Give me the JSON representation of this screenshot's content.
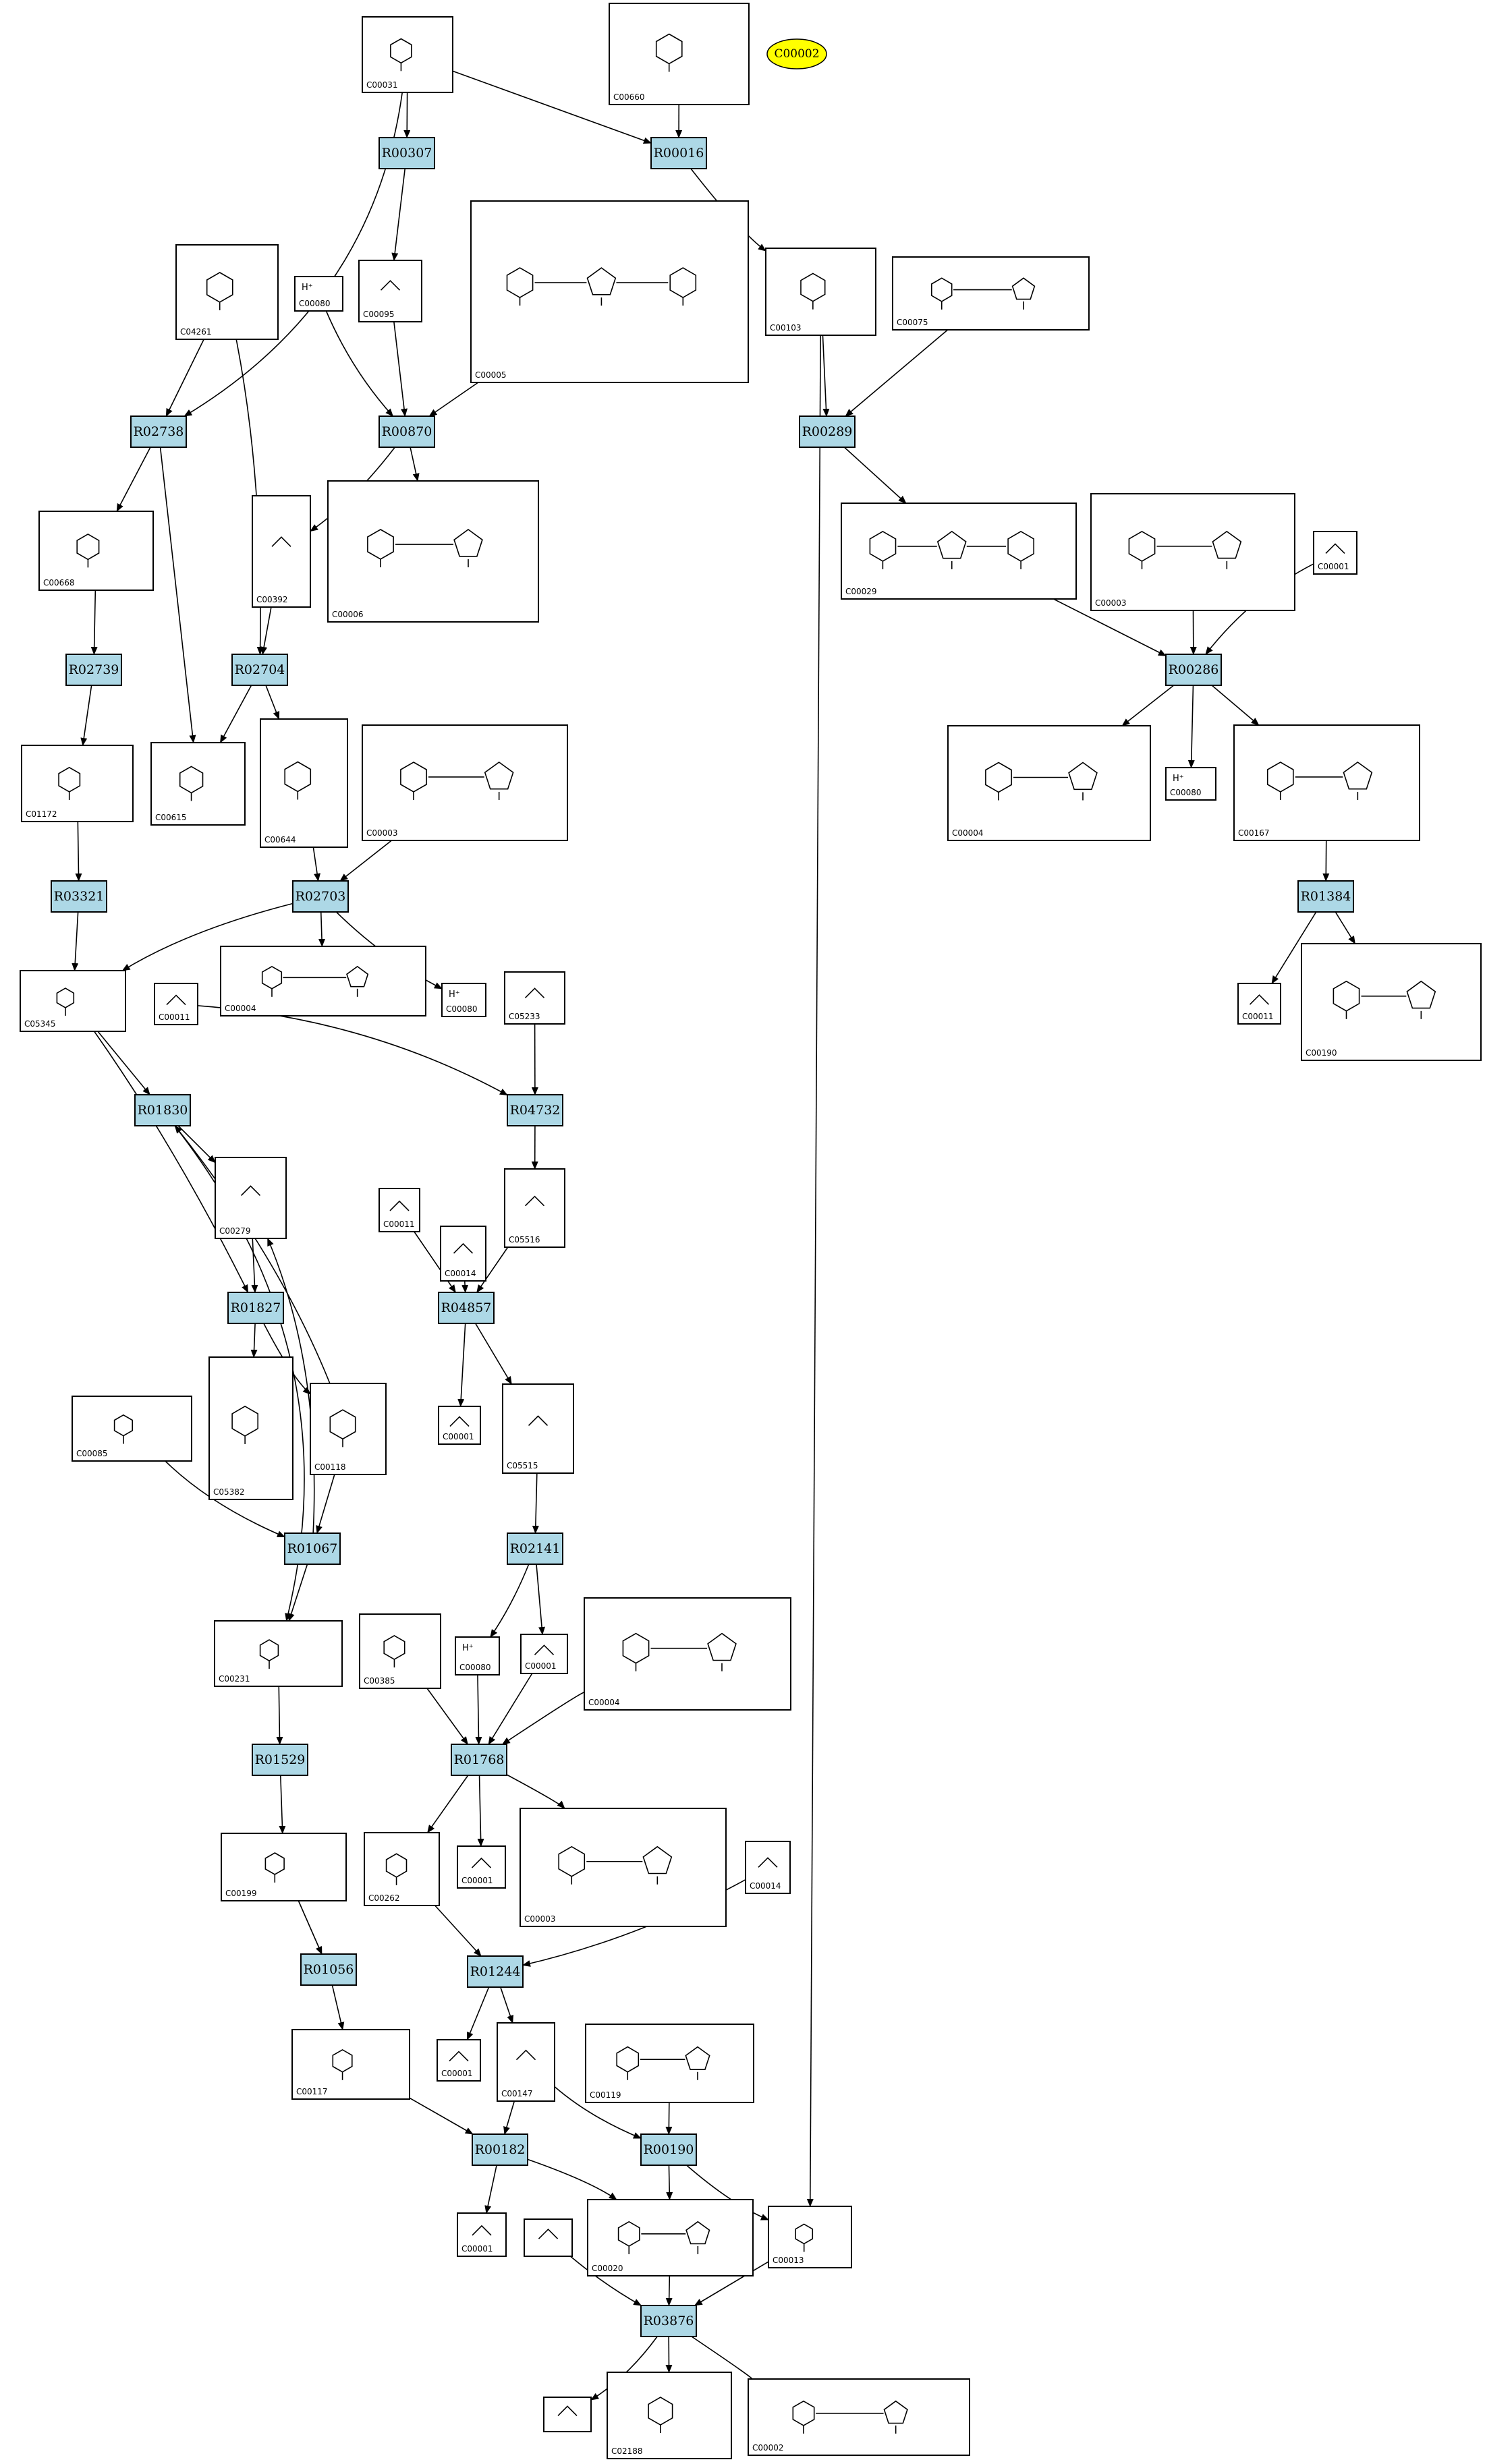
{
  "colors": {
    "reaction_fill": "#add8e6",
    "legend_fill": "#ffff00",
    "compound_fill": "#ffffff",
    "line": "#000000"
  },
  "legend": {
    "label": "C00002"
  },
  "reactions": [
    {
      "id": "R00307"
    },
    {
      "id": "R00016"
    },
    {
      "id": "R02738"
    },
    {
      "id": "R00870"
    },
    {
      "id": "R00289"
    },
    {
      "id": "R00286"
    },
    {
      "id": "R02739"
    },
    {
      "id": "R02704"
    },
    {
      "id": "R03321"
    },
    {
      "id": "R02703"
    },
    {
      "id": "R01384"
    },
    {
      "id": "R04732"
    },
    {
      "id": "R01830"
    },
    {
      "id": "R01827"
    },
    {
      "id": "R04857"
    },
    {
      "id": "R01067"
    },
    {
      "id": "R02141"
    },
    {
      "id": "R01529"
    },
    {
      "id": "R01768"
    },
    {
      "id": "R01056"
    },
    {
      "id": "R01244"
    },
    {
      "id": "R00182"
    },
    {
      "id": "R00190"
    },
    {
      "id": "R03876"
    }
  ],
  "compounds": [
    {
      "id": "C00031",
      "symbol": ""
    },
    {
      "id": "C00660",
      "symbol": ""
    },
    {
      "id": "C04261",
      "symbol": ""
    },
    {
      "id": "C00080",
      "symbol": "H⁺"
    },
    {
      "id": "C00095",
      "symbol": ""
    },
    {
      "id": "C00005",
      "symbol": ""
    },
    {
      "id": "C00103",
      "symbol": ""
    },
    {
      "id": "C00075",
      "symbol": ""
    },
    {
      "id": "C00668",
      "symbol": ""
    },
    {
      "id": "C00392",
      "symbol": ""
    },
    {
      "id": "C00006",
      "symbol": ""
    },
    {
      "id": "C00029",
      "symbol": ""
    },
    {
      "id": "C00003",
      "symbol": ""
    },
    {
      "id": "C00001",
      "symbol": ""
    },
    {
      "id": "C01172",
      "symbol": ""
    },
    {
      "id": "C00615",
      "symbol": ""
    },
    {
      "id": "C00644",
      "symbol": ""
    },
    {
      "id": "C00003",
      "symbol": ""
    },
    {
      "id": "C00004",
      "symbol": ""
    },
    {
      "id": "C00080",
      "symbol": "H⁺"
    },
    {
      "id": "C00167",
      "symbol": ""
    },
    {
      "id": "C05345",
      "symbol": ""
    },
    {
      "id": "C00011",
      "symbol": ""
    },
    {
      "id": "C00004",
      "symbol": ""
    },
    {
      "id": "C00080",
      "symbol": "H⁺"
    },
    {
      "id": "C05233",
      "symbol": ""
    },
    {
      "id": "C00011",
      "symbol": ""
    },
    {
      "id": "C00190",
      "symbol": ""
    },
    {
      "id": "C00279",
      "symbol": ""
    },
    {
      "id": "C00011",
      "symbol": ""
    },
    {
      "id": "C00014",
      "symbol": ""
    },
    {
      "id": "C05516",
      "symbol": ""
    },
    {
      "id": "C05382",
      "symbol": ""
    },
    {
      "id": "C00118",
      "symbol": ""
    },
    {
      "id": "C00085",
      "symbol": ""
    },
    {
      "id": "C00001",
      "symbol": ""
    },
    {
      "id": "C05515",
      "symbol": ""
    },
    {
      "id": "C00231",
      "symbol": ""
    },
    {
      "id": "C00385",
      "symbol": ""
    },
    {
      "id": "C00080",
      "symbol": "H⁺"
    },
    {
      "id": "C00001",
      "symbol": ""
    },
    {
      "id": "C00004",
      "symbol": ""
    },
    {
      "id": "C00199",
      "symbol": ""
    },
    {
      "id": "C00262",
      "symbol": ""
    },
    {
      "id": "C00001",
      "symbol": ""
    },
    {
      "id": "C00003",
      "symbol": ""
    },
    {
      "id": "C00014",
      "symbol": ""
    },
    {
      "id": "C00117",
      "symbol": ""
    },
    {
      "id": "C00001",
      "symbol": ""
    },
    {
      "id": "C00147",
      "symbol": ""
    },
    {
      "id": "C00119",
      "symbol": ""
    },
    {
      "id": "C00001",
      "symbol": ""
    },
    {
      "id": "",
      "symbol": ""
    },
    {
      "id": "C00020",
      "symbol": ""
    },
    {
      "id": "C00013",
      "symbol": ""
    },
    {
      "id": "",
      "symbol": ""
    },
    {
      "id": "C02188",
      "symbol": ""
    },
    {
      "id": "C00002",
      "symbol": ""
    }
  ]
}
